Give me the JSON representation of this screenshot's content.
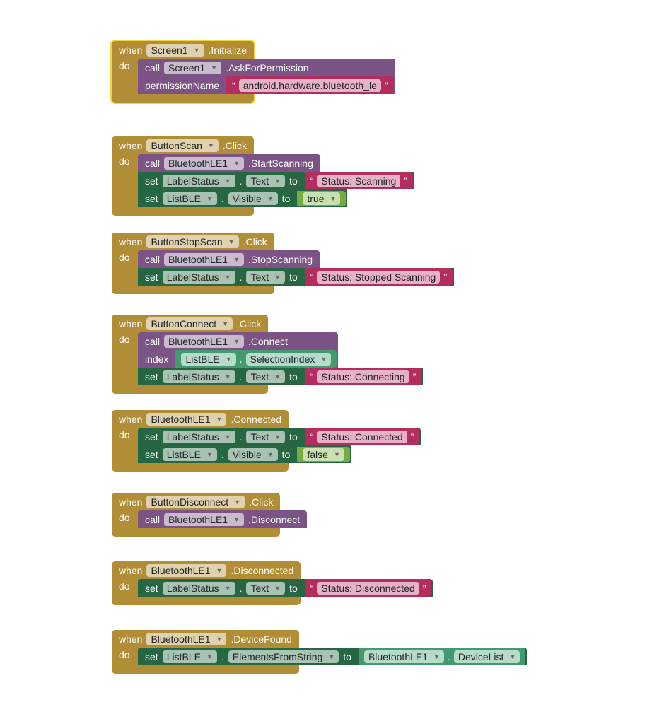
{
  "labels": {
    "when": "when",
    "do": "do",
    "call": "call",
    "set": "set",
    "to": "to",
    "dot": ".",
    "open_quote": "“",
    "close_quote": "”"
  },
  "colors": {
    "event": "#b18e35",
    "call": "#7c5385",
    "set": "#266643",
    "text": "#b32d5e",
    "logic": "#77ab41",
    "getter": "#439970",
    "selected": "#f5d33f"
  },
  "events": [
    {
      "component": "Screen1",
      "event": ".Initialize",
      "selected": true,
      "statements": [
        {
          "type": "call",
          "component": "Screen1",
          "method": ".AskForPermission",
          "params": [
            {
              "name": "permissionName",
              "value": {
                "type": "text",
                "value": "android.hardware.bluetooth_le"
              }
            }
          ]
        }
      ]
    },
    {
      "component": "ButtonScan",
      "event": ".Click",
      "statements": [
        {
          "type": "call",
          "component": "BluetoothLE1",
          "method": ".StartScanning"
        },
        {
          "type": "set",
          "component": "LabelStatus",
          "property": "Text",
          "value": {
            "type": "text",
            "value": "Status: Scanning"
          }
        },
        {
          "type": "set",
          "component": "ListBLE",
          "property": "Visible",
          "value": {
            "type": "logic",
            "value": "true"
          }
        }
      ]
    },
    {
      "component": "ButtonStopScan",
      "event": ".Click",
      "statements": [
        {
          "type": "call",
          "component": "BluetoothLE1",
          "method": ".StopScanning"
        },
        {
          "type": "set",
          "component": "LabelStatus",
          "property": "Text",
          "value": {
            "type": "text",
            "value": "Status: Stopped Scanning"
          }
        }
      ]
    },
    {
      "component": "ButtonConnect",
      "event": ".Click",
      "statements": [
        {
          "type": "call",
          "component": "BluetoothLE1",
          "method": ".Connect",
          "params": [
            {
              "name": "index",
              "value": {
                "type": "getter",
                "component": "ListBLE",
                "property": "SelectionIndex"
              }
            }
          ]
        },
        {
          "type": "set",
          "component": "LabelStatus",
          "property": "Text",
          "value": {
            "type": "text",
            "value": "Status: Connecting"
          }
        }
      ]
    },
    {
      "component": "BluetoothLE1",
      "event": ".Connected",
      "statements": [
        {
          "type": "set",
          "component": "LabelStatus",
          "property": "Text",
          "value": {
            "type": "text",
            "value": "Status: Connected"
          }
        },
        {
          "type": "set",
          "component": "ListBLE",
          "property": "Visible",
          "value": {
            "type": "logic",
            "value": "false"
          }
        }
      ]
    },
    {
      "component": "ButtonDisconnect",
      "event": ".Click",
      "statements": [
        {
          "type": "call",
          "component": "BluetoothLE1",
          "method": ".Disconnect"
        }
      ]
    },
    {
      "component": "BluetoothLE1",
      "event": ".Disconnected",
      "statements": [
        {
          "type": "set",
          "component": "LabelStatus",
          "property": "Text",
          "value": {
            "type": "text",
            "value": "Status: Disconnected"
          }
        }
      ]
    },
    {
      "component": "BluetoothLE1",
      "event": ".DeviceFound",
      "statements": [
        {
          "type": "set",
          "component": "ListBLE",
          "property": "ElementsFromString",
          "value": {
            "type": "getter",
            "component": "BluetoothLE1",
            "property": "DeviceList"
          }
        }
      ]
    }
  ]
}
